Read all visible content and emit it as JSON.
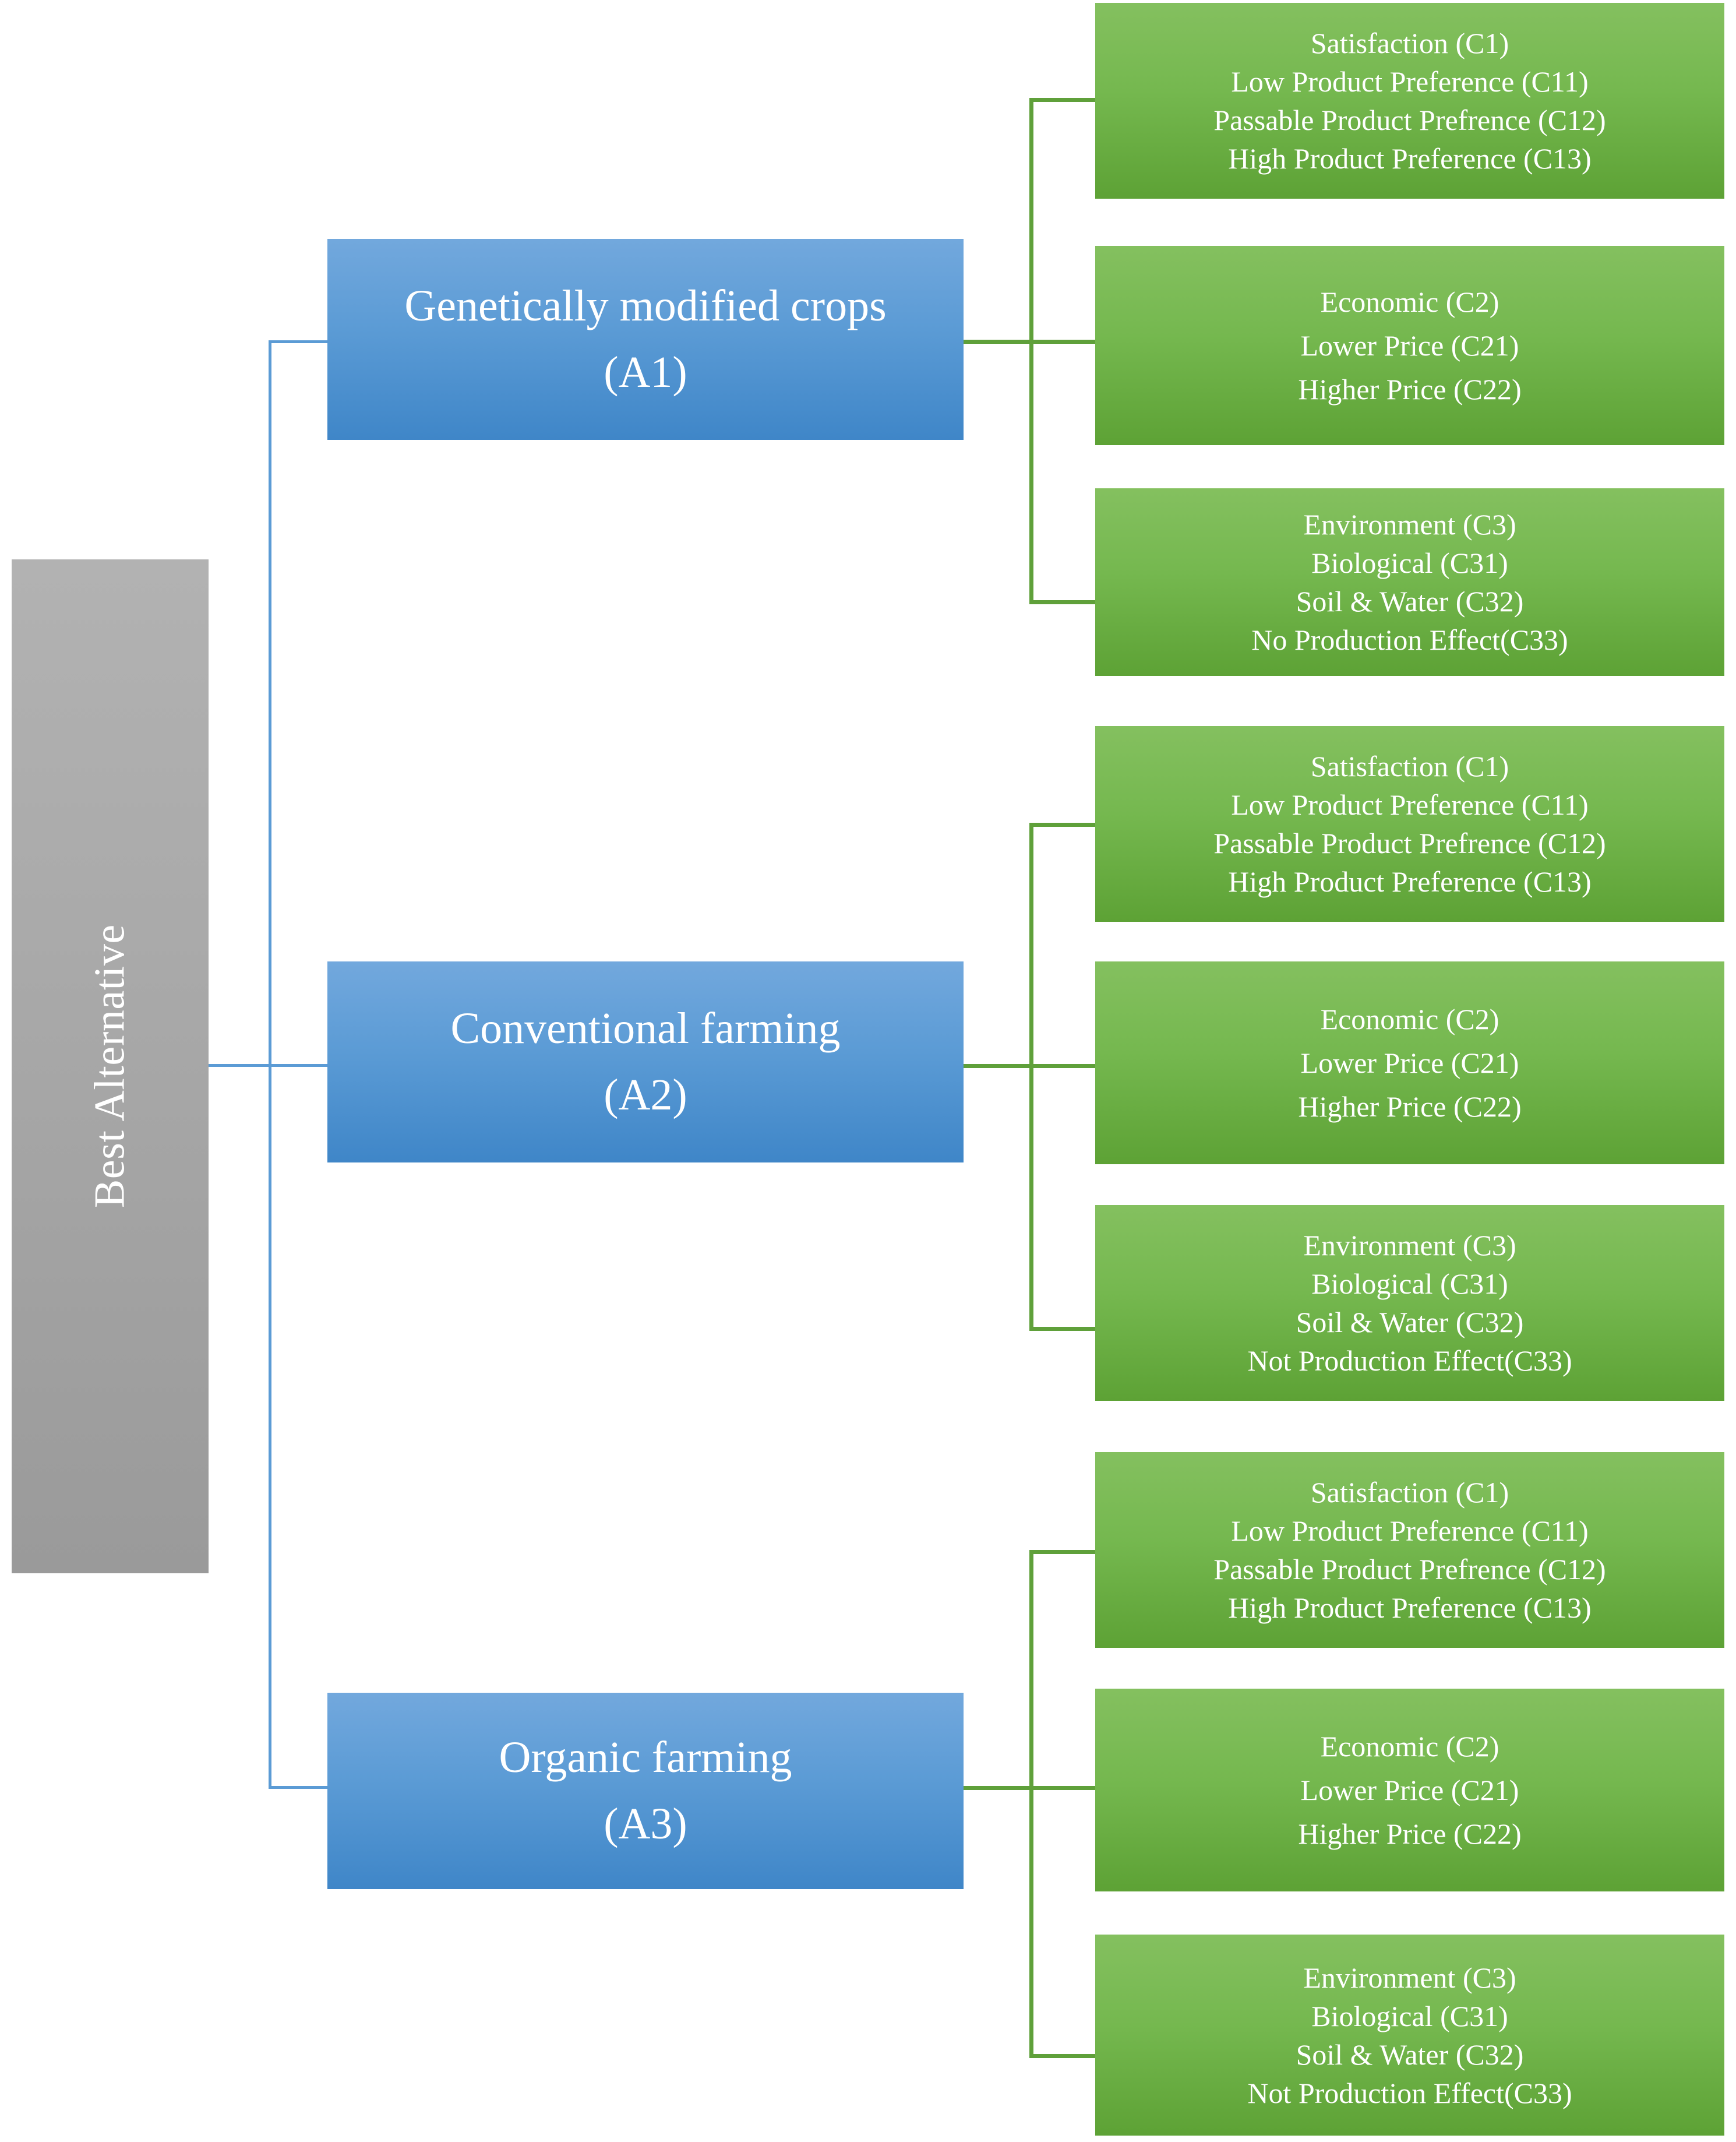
{
  "goal": {
    "label": "Best Alternative",
    "color": "#a8a8a8"
  },
  "colors": {
    "alternative": "#5b9bd5",
    "criteria": "#70b947",
    "goal": "#a8a8a8",
    "text": "#ffffff"
  },
  "alternatives": [
    {
      "title": "Genetically modified crops",
      "code": "(A1)",
      "criteria": [
        {
          "name": "satisfaction",
          "lines": [
            "Satisfaction (C1)",
            "Low Product Preference (C11)",
            "Passable Product Prefrence (C12)",
            "High Product Preference (C13)"
          ]
        },
        {
          "name": "economic",
          "lines": [
            "Economic (C2)",
            "Lower Price (C21)",
            "Higher Price (C22)"
          ]
        },
        {
          "name": "environment",
          "lines": [
            "Environment (C3)",
            "Biological (C31)",
            "Soil & Water (C32)",
            "No Production Effect(C33)"
          ]
        }
      ]
    },
    {
      "title": "Conventional farming",
      "code": "(A2)",
      "criteria": [
        {
          "name": "satisfaction",
          "lines": [
            "Satisfaction (C1)",
            "Low Product Preference (C11)",
            "Passable Product Prefrence (C12)",
            "High Product Preference (C13)"
          ]
        },
        {
          "name": "economic",
          "lines": [
            "Economic (C2)",
            "Lower Price (C21)",
            "Higher Price (C22)"
          ]
        },
        {
          "name": "environment",
          "lines": [
            "Environment (C3)",
            "Biological (C31)",
            "Soil & Water (C32)",
            "Not Production Effect(C33)"
          ]
        }
      ]
    },
    {
      "title": "Organic farming",
      "code": "(A3)",
      "criteria": [
        {
          "name": "satisfaction",
          "lines": [
            "Satisfaction (C1)",
            "Low Product Preference (C11)",
            "Passable Product Prefrence (C12)",
            "High Product Preference (C13)"
          ]
        },
        {
          "name": "economic",
          "lines": [
            "Economic (C2)",
            "Lower Price (C21)",
            "Higher Price (C22)"
          ]
        },
        {
          "name": "environment",
          "lines": [
            "Environment (C3)",
            "Biological (C31)",
            "Soil & Water (C32)",
            "Not Production Effect(C33)"
          ]
        }
      ]
    }
  ]
}
